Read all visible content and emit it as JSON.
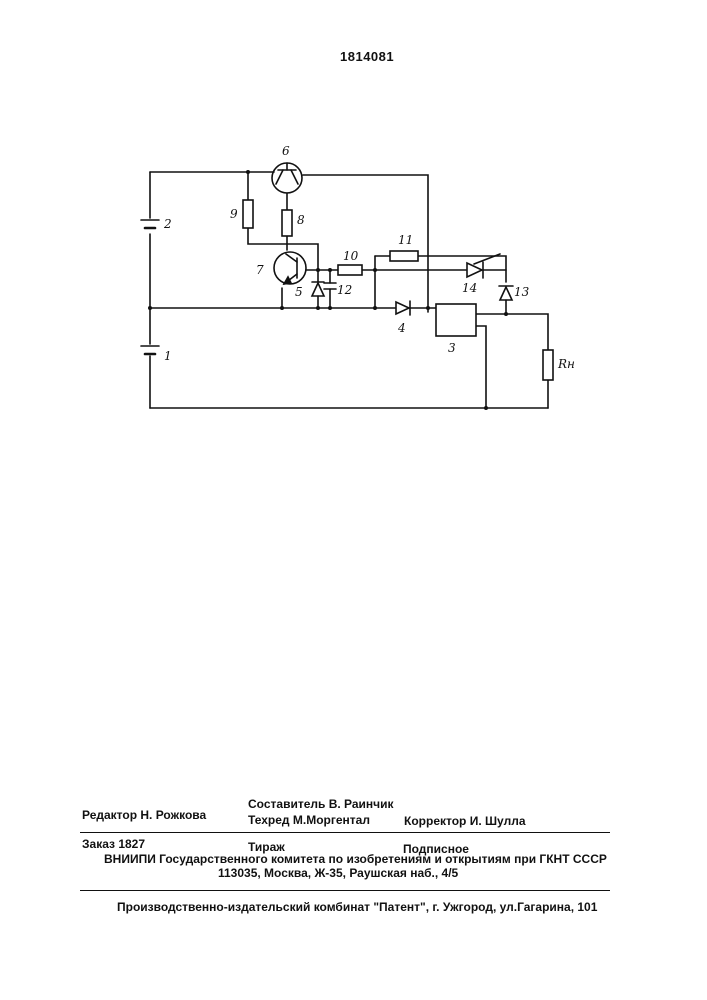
{
  "patent_number": "1814081",
  "schematic_labels": {
    "battery_1": "1",
    "battery_2": "2",
    "block_3": "3",
    "diode_4": "4",
    "diode_5": "5",
    "transistor_6": "6",
    "transistor_7": "7",
    "resistor_8": "8",
    "resistor_9": "9",
    "resistor_10": "10",
    "resistor_11": "11",
    "capacitor_12": "12",
    "diode_13": "13",
    "thyristor_14": "14",
    "load_resistor": "Rн"
  },
  "imprint": {
    "editor": "Редактор  Н. Рожкова",
    "compiler": "Составитель  В. Раинчик",
    "techeditor": "Техред М.Моргентал",
    "corrector": "Корректор  И. Шулла",
    "order": "Заказ  1827",
    "circulation": "Тираж",
    "subscription": "Подписное",
    "vniipi": "ВНИИПИ Государственного комитета по изобретениям и открытиям при ГКНТ СССР",
    "address": "113035, Москва, Ж-35, Раушская наб., 4/5",
    "publisher": "Производственно-издательский комбинат \"Патент\", г. Ужгород, ул.Гагарина, 101"
  }
}
